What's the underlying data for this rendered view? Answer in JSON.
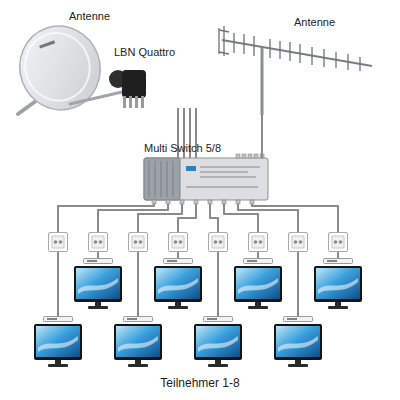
{
  "diagram": {
    "nodes": [
      {
        "text": [
          "Antenne"
        ]
      },
      {
        "text": [
          "LBN Quattro"
        ]
      },
      {
        "text": [
          "Antenne"
        ]
      },
      {
        "text": [
          "Multi Switch 5/8"
        ]
      }
    ],
    "edges": [
      {
        "from": 1,
        "to": 3,
        "arrow": "none"
      },
      {
        "from": 1,
        "to": 3,
        "arrow": "none"
      },
      {
        "from": 1,
        "to": 3,
        "arrow": "none"
      },
      {
        "from": 1,
        "to": 3,
        "arrow": "none"
      },
      {
        "from": 2,
        "to": 3,
        "arrow": "none"
      }
    ],
    "labels": [
      "Teilnehmer 1-8"
    ]
  }
}
